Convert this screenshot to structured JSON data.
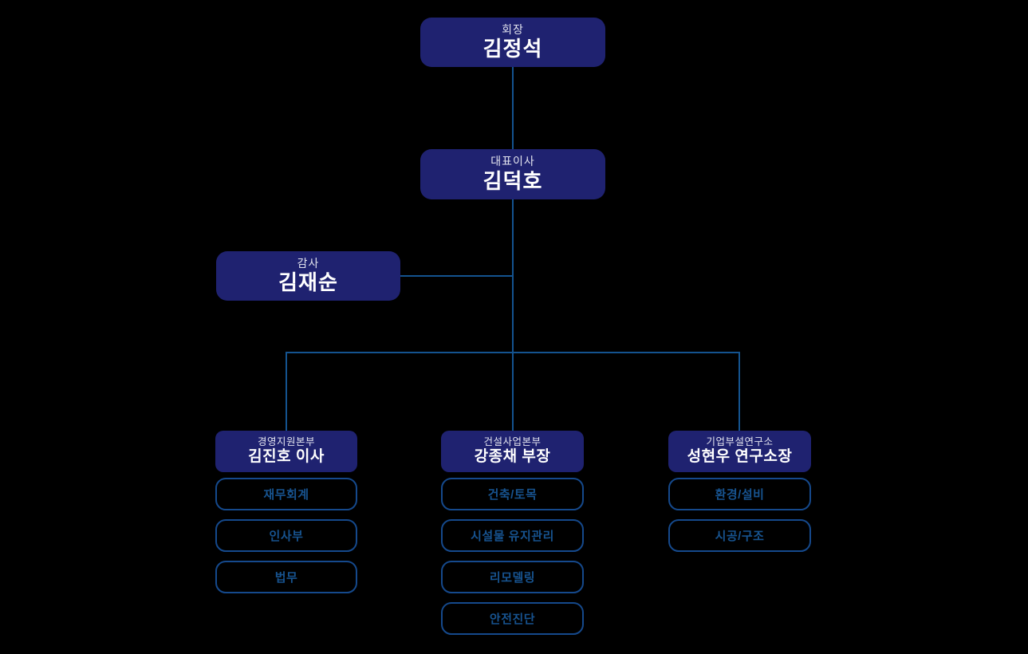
{
  "org_chart": {
    "chairman": {
      "title": "회장",
      "name": "김정석"
    },
    "ceo": {
      "title": "대표이사",
      "name": "김덕호"
    },
    "auditor": {
      "title": "감사",
      "name": "김재순"
    },
    "divisions": [
      {
        "title": "경영지원본부",
        "name": "김진호 이사",
        "teams": [
          "재무회계",
          "인사부",
          "법무"
        ]
      },
      {
        "title": "건설사업본부",
        "name": "강종채 부장",
        "teams": [
          "건축/토목",
          "시설물 유지관리",
          "리모델링",
          "안전진단"
        ]
      },
      {
        "title": "기업부설연구소",
        "name": "성현우 연구소장",
        "teams": [
          "환경/설비",
          "시공/구조"
        ]
      }
    ]
  },
  "colors": {
    "background": "#000000",
    "node_fill": "#1f2270",
    "node_title_text": "#e2e3ee",
    "node_name_text": "#ffffff",
    "connector_line": "#14538f",
    "team_border": "#15498c",
    "team_text": "#17538f"
  }
}
